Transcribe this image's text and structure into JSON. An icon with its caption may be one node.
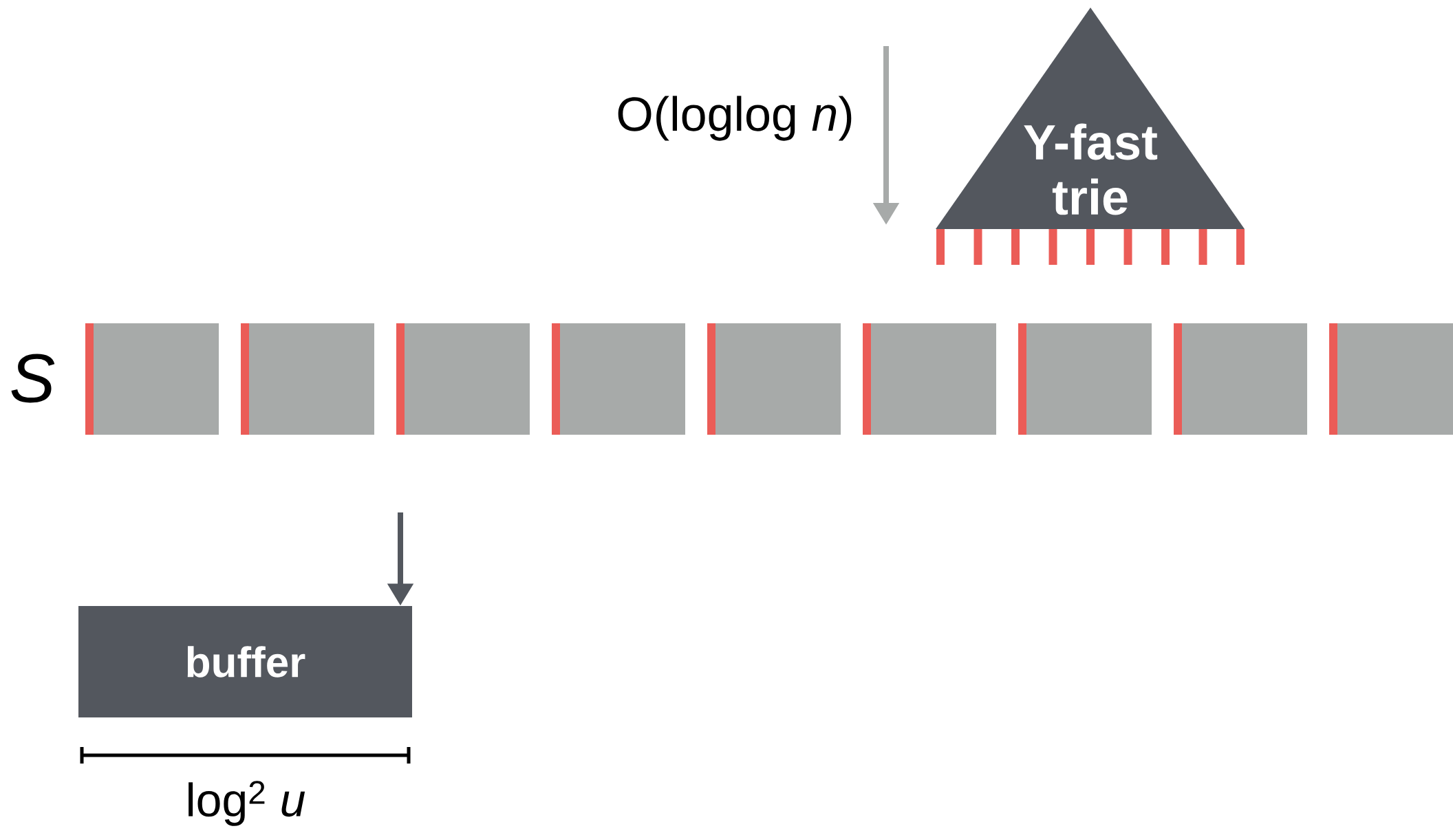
{
  "diagram": {
    "nodes": [
      {
        "text": [
          "Y-fast trie"
        ]
      },
      {
        "text": [],
        "shape": "box"
      },
      {
        "text": [],
        "shape": "box"
      },
      {
        "text": [],
        "shape": "box"
      },
      {
        "text": [],
        "shape": "box"
      },
      {
        "text": [],
        "shape": "box"
      },
      {
        "text": [],
        "shape": "box"
      },
      {
        "text": [],
        "shape": "box"
      },
      {
        "text": [],
        "shape": "box"
      },
      {
        "text": [],
        "shape": "box"
      },
      {
        "text": [
          "buffer"
        ]
      }
    ],
    "edges": [
      {
        "from": null,
        "to": 10,
        "arrow": "to"
      }
    ],
    "labels": [
      "O(loglog *n*)",
      "S",
      "log$^{2}$ *u*"
    ]
  }
}
